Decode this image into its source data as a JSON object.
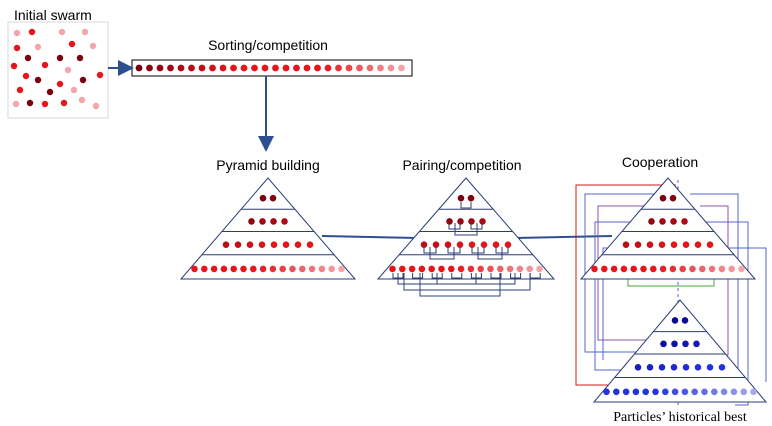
{
  "labels": {
    "initial_swarm": "Initial swarm",
    "sorting": "Sorting/competition",
    "pyramid": "Pyramid building",
    "pairing": "Pairing/competition",
    "cooperation": "Cooperation",
    "historical": "Particles’ historical best"
  },
  "colors": {
    "dark_red": "#7a0010",
    "red": "#e8141c",
    "light_red": "#f4a5aa",
    "blue_dark": "#0a0a8a",
    "blue": "#2233dd",
    "blue_light": "#a8a8ee",
    "arrow": "#2e4f8f",
    "pyramid_stroke": "#2b3d75",
    "conn_red": "#d01818",
    "conn_blue": "#5566cc",
    "conn_purple": "#8a55aa",
    "conn_green": "#44aa33"
  },
  "structure": {
    "pyramid_tiers": [
      2,
      4,
      8,
      16
    ],
    "sorted_row_count": 26
  }
}
